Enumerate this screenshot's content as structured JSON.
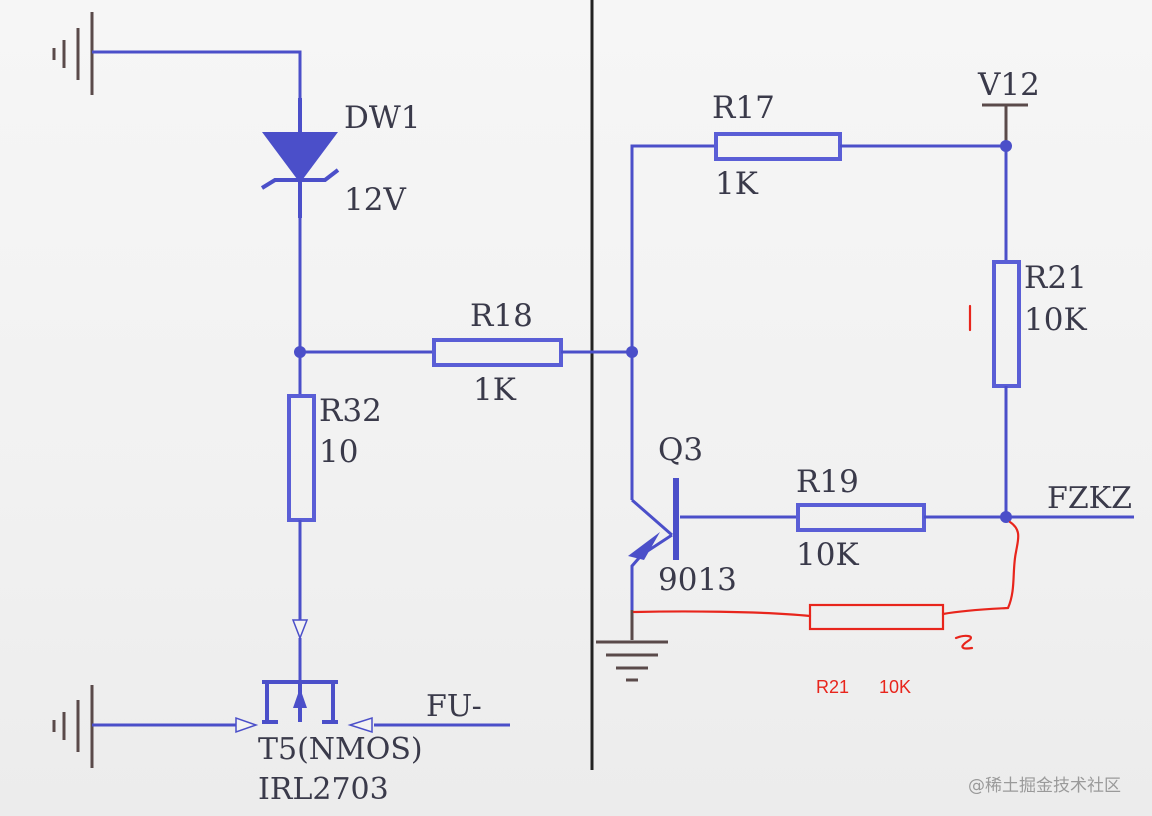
{
  "colors": {
    "wire": "#4b4fc9",
    "component": "#5a5ed6",
    "ground": "#5a4a4a",
    "divider": "#222222",
    "annotation": "#e8251c",
    "text": "#3a3a4a"
  },
  "labels": {
    "dw1_name": "DW1",
    "dw1_value": "12V",
    "r32_name": "R32",
    "r32_value": "10",
    "r18_name": "R18",
    "r18_value": "1K",
    "r17_name": "R17",
    "r17_value": "1K",
    "v12": "V12",
    "r21_name": "R21",
    "r21_value": "10K",
    "q3_name": "Q3",
    "q3_value": "9013",
    "r19_name": "R19",
    "r19_value": "10K",
    "fzkz": "FZKZ",
    "t5_name": "T5(NMOS)",
    "t5_value": "IRL2703",
    "fu_minus": "FU-"
  },
  "annotation": {
    "r21_label": "R21",
    "r21_value": "10K"
  },
  "watermark": "@稀土掘金技术社区"
}
